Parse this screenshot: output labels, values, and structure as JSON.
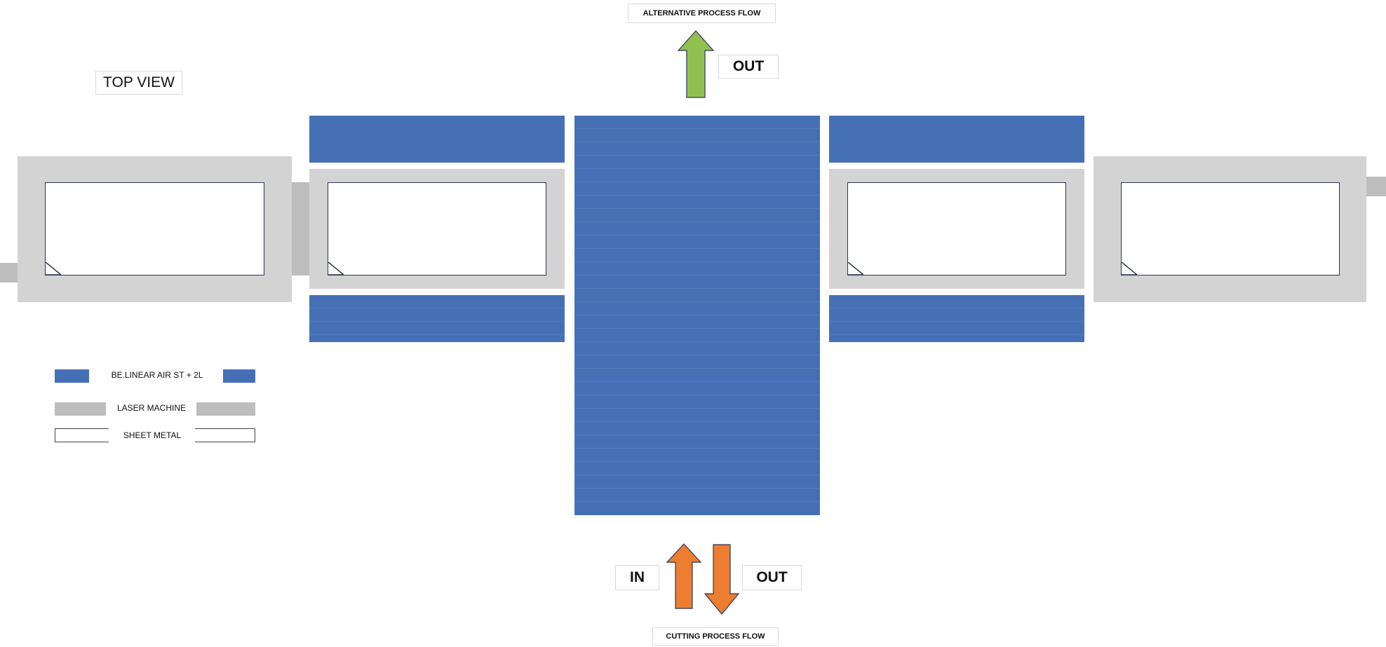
{
  "labels": {
    "alternative_flow": "ALTERNATIVE PROCESS FLOW",
    "top_out": "OUT",
    "top_view": "TOP VIEW",
    "bottom_in": "IN",
    "bottom_out": "OUT",
    "cutting_flow": "CUTTING PROCESS FLOW"
  },
  "legend": [
    {
      "label": "BE.LINEAR AIR ST + 2L",
      "color": "#4670b5"
    },
    {
      "label": "LASER MACHINE",
      "color": "#bdbdbd"
    },
    {
      "label": "SHEET METAL",
      "color": "#ffffff"
    }
  ],
  "colors": {
    "conveyor": "#4670b5",
    "laser": "#d3d3d3",
    "alt_arrow": "#92c050",
    "cut_arrow": "#ed7d31"
  }
}
